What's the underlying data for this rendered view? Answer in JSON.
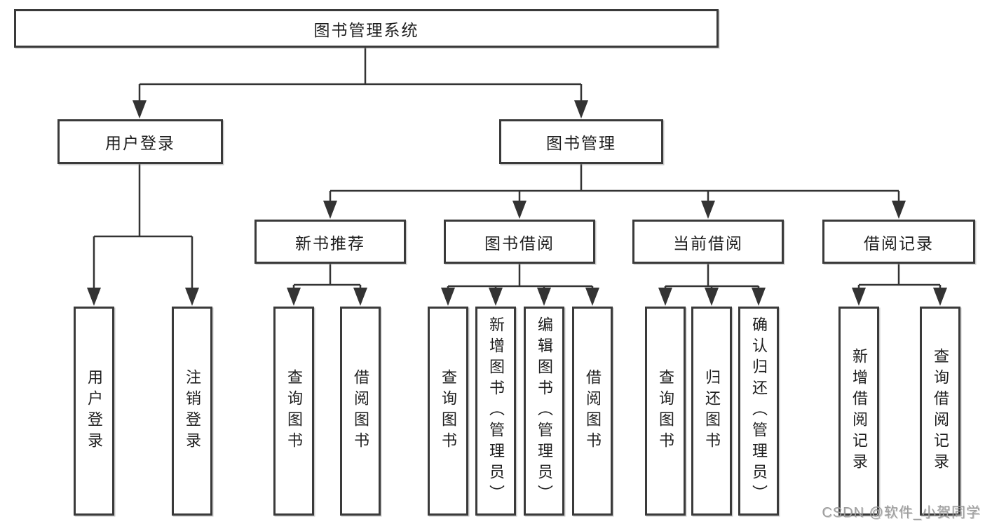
{
  "colors": {
    "background": "#ffffff",
    "line": "#333333",
    "box_border": "#3a3a3a",
    "text": "#1e1e1e",
    "watermark": "#9e9e9e"
  },
  "watermark": {
    "text": "CSDN @软件_小贺同学"
  },
  "diagram": {
    "root": {
      "label": "图书管理系统"
    },
    "level2": [
      {
        "id": "user-login",
        "label": "用户登录"
      },
      {
        "id": "book-management",
        "label": "图书管理"
      }
    ],
    "level3": [
      {
        "id": "new-book-recommend",
        "label": "新书推荐"
      },
      {
        "id": "book-borrow",
        "label": "图书借阅"
      },
      {
        "id": "current-borrow",
        "label": "当前借阅"
      },
      {
        "id": "borrow-records",
        "label": "借阅记录"
      }
    ],
    "level4": {
      "user_login": [
        {
          "label": "用户登录"
        },
        {
          "label": "注销登录"
        }
      ],
      "new_book_recommend": [
        {
          "label": "查询图书"
        },
        {
          "label": "借阅图书"
        }
      ],
      "book_borrow": [
        {
          "label": "查询图书"
        },
        {
          "label": "新增图书（管理员）"
        },
        {
          "label": "编辑图书（管理员）"
        },
        {
          "label": "借阅图书"
        }
      ],
      "current_borrow": [
        {
          "label": "查询图书"
        },
        {
          "label": "归还图书"
        },
        {
          "label": "确认归还（管理员）"
        }
      ],
      "borrow_records": [
        {
          "label": "新增借阅记录"
        },
        {
          "label": "查询借阅记录"
        }
      ]
    }
  }
}
